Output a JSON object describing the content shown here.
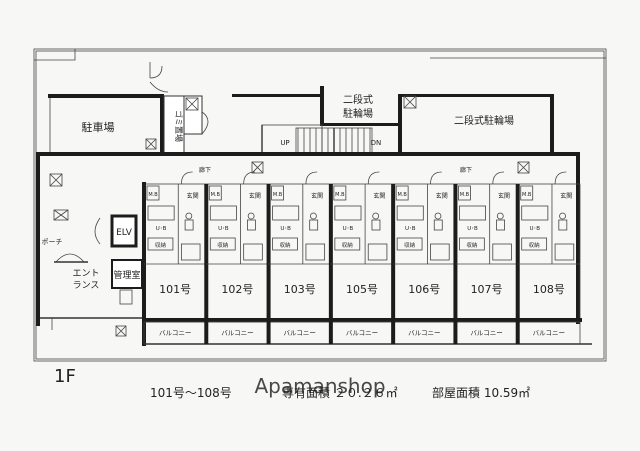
{
  "floor_label": "1F",
  "rooms": {
    "parking": "駐車場",
    "garbage": "ゴミ置場",
    "bike1_line1": "二段式",
    "bike1_line2": "駐輪場",
    "bike2": "二段式駐輪場",
    "corridor": "廊下",
    "elevator": "ELV",
    "porch": "ポーチ",
    "entrance_line1": "エント",
    "entrance_line2": "ランス",
    "management": "管理室",
    "stair_up": "UP",
    "stair_down": "DN"
  },
  "unit_parts": {
    "meter_box": "M.B",
    "storage": "収納",
    "genkan": "玄関",
    "bath": "U･B",
    "balcony": "バルコニー"
  },
  "units": [
    "101号",
    "102号",
    "103号",
    "105号",
    "106号",
    "107号",
    "108号"
  ],
  "footer": {
    "range": "101号～108号",
    "area_left": "専有面積 ２０.２６㎡",
    "area_right": "部屋面積 10.59㎡"
  },
  "watermark": "Apamanshop"
}
